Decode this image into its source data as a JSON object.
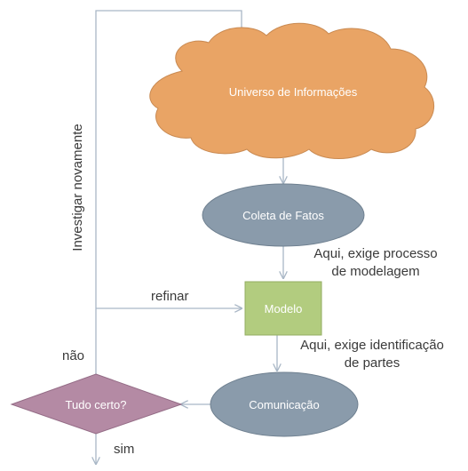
{
  "nodes": {
    "universe": "Universo de Informações",
    "collection": "Coleta de Fatos",
    "model": "Modelo",
    "communication": "Comunicação",
    "decision": "Tudo certo?"
  },
  "labels": {
    "investigate_again": "Investigar novamente",
    "refine": "refinar",
    "no": "não",
    "yes": "sim",
    "note_modeling_line1": "Aqui, exige processo",
    "note_modeling_line2": "de modelagem",
    "note_parts_line1": "Aqui, exige identificação",
    "note_parts_line2": "de partes"
  },
  "colors": {
    "cloud": "#e9a465",
    "ellipse": "#8a9bab",
    "model": "#b2cc7f",
    "decision": "#b48aa4",
    "connector": "#a9b7c6"
  }
}
